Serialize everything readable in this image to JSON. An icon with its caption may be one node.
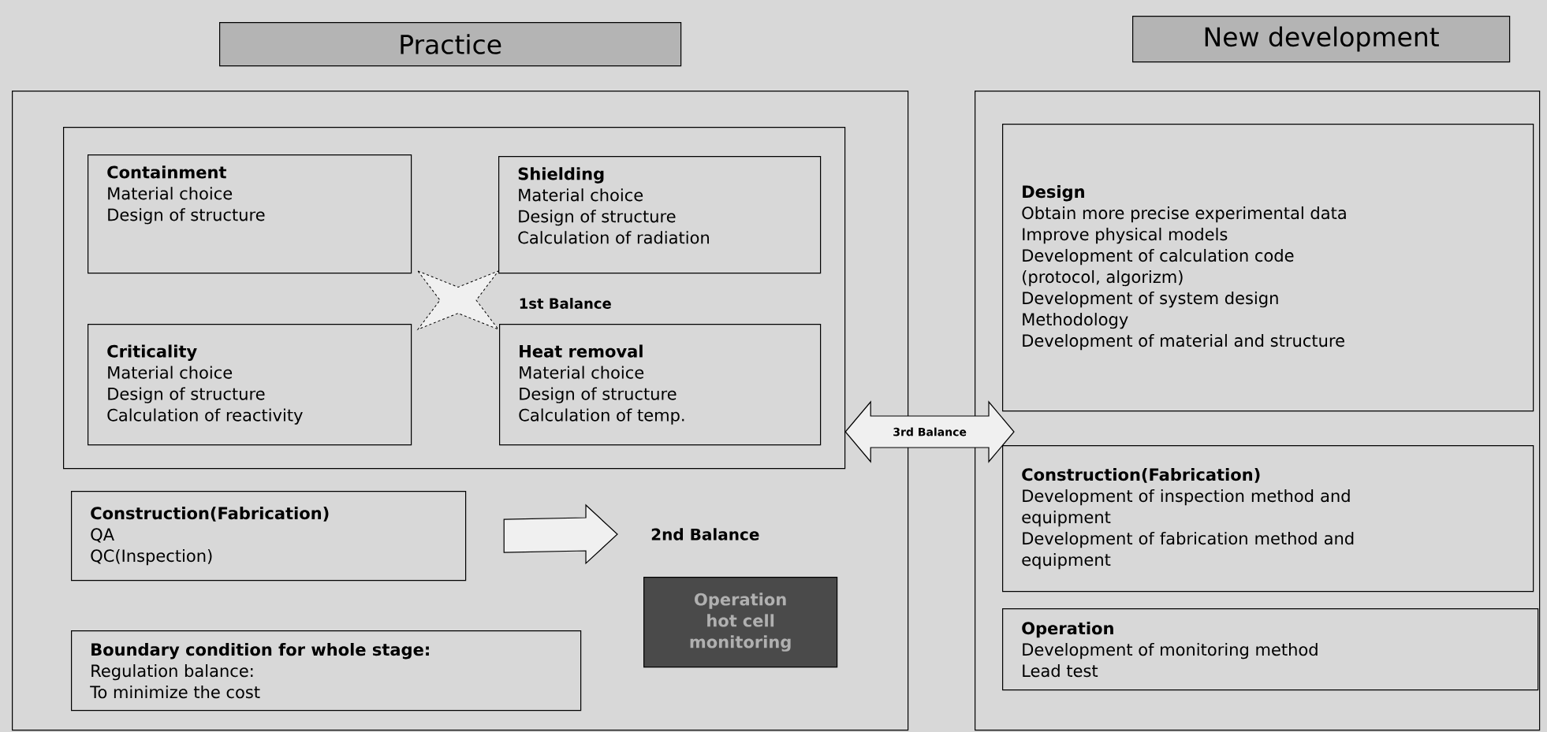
{
  "diagram": {
    "nodes": [
      {
        "text": [
          "Practice"
        ]
      },
      {
        "text": [
          "New development"
        ]
      },
      {
        "text": [],
        "shape": "box"
      },
      {
        "text": [],
        "shape": "box",
        "in": 2
      },
      {
        "text": [
          "Containment",
          "Material choice",
          "Design of structure"
        ],
        "in": 3
      },
      {
        "text": [
          "Shielding",
          "Material choice",
          "Design of structure",
          "Calculation of radiation"
        ],
        "in": 3
      },
      {
        "text": [
          "Criticality",
          "Material choice",
          "Design of structure",
          "Calculation of reactivity"
        ],
        "in": 3
      },
      {
        "text": [
          "Heat removal",
          "Material choice",
          "Design of structure",
          "Calculation of temp."
        ],
        "in": 3
      },
      {
        "text": [],
        "shape": "cross",
        "beside": [
          "1st Balance"
        ],
        "in": 3
      },
      {
        "text": [
          "Construction(Fabrication)",
          "QA",
          "QC(Inspection)"
        ],
        "in": 2
      },
      {
        "text": [
          "2nd Balance"
        ],
        "in": 2
      },
      {
        "text": [
          "Operation hot cell monitoring"
        ],
        "in": 2
      },
      {
        "text": [
          "Boundary condition for whole stage:",
          "Regulation balance:",
          "To minimize the cost"
        ],
        "in": 2
      },
      {
        "text": [],
        "shape": "box"
      },
      {
        "text": [
          "Design",
          "Obtain more precise experimental data",
          "Improve physical models",
          "Development of calculation code",
          "(protocol, algorizm)",
          "Development of system design",
          "Methodology",
          "Development of material and structure"
        ],
        "in": 13
      },
      {
        "text": [
          "Construction(Fabrication)",
          "Development of inspection method and equipment",
          "Development of fabrication method and equipment"
        ],
        "in": 13
      },
      {
        "text": [
          "Operation",
          "Development of monitoring method",
          "Lead test"
        ],
        "in": 13
      }
    ],
    "edges": [
      {
        "from": 9,
        "to": 10,
        "arrow": "to"
      },
      {
        "from": 3,
        "to": 13,
        "arrow": "both",
        "label": "3rd Balance"
      }
    ]
  }
}
